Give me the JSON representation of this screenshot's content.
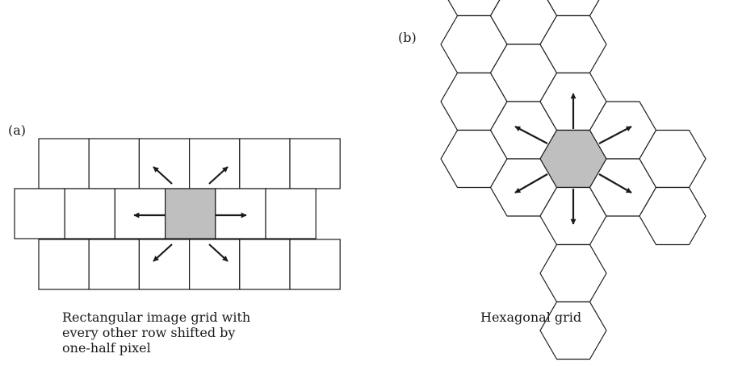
{
  "labels": {
    "panel_a": "(a)",
    "panel_b": "(b)"
  },
  "captions": {
    "panel_a": [
      "Rectangular image grid with",
      "every other row shifted by",
      "one-half pixel"
    ],
    "panel_b": "Hexagonal grid"
  },
  "colors": {
    "cell_fill": "#ffffff",
    "center_fill": "#bfbfbf",
    "stroke": "#1a1a1a"
  }
}
